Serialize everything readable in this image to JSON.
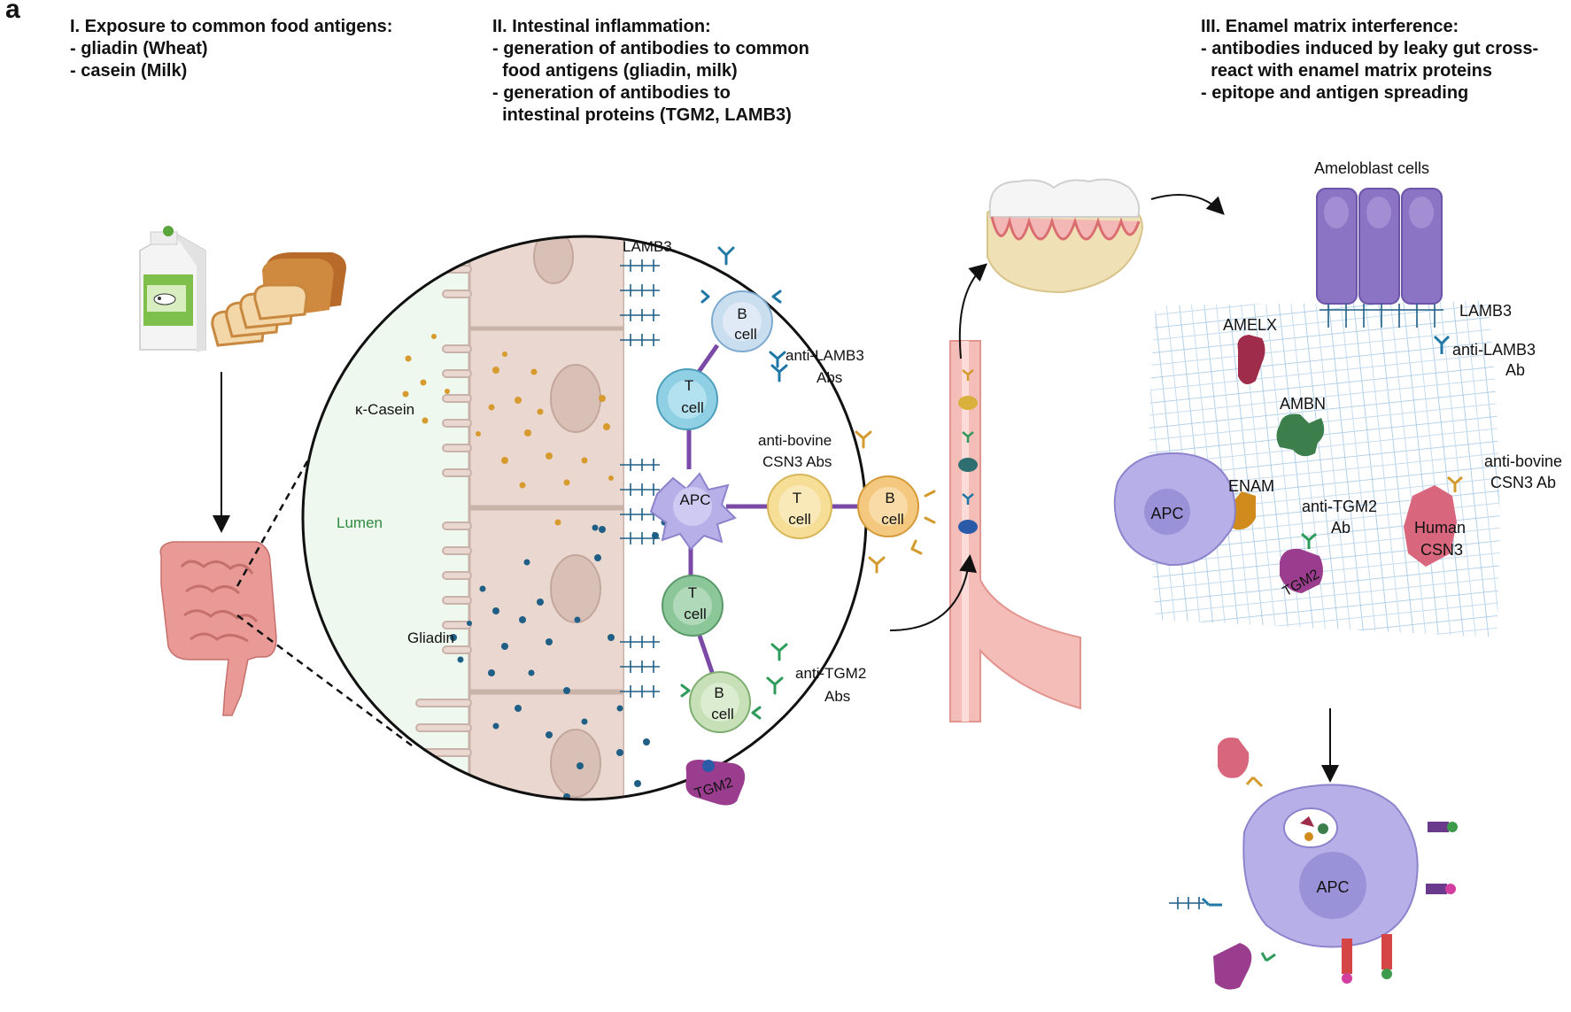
{
  "panel_letter": "a",
  "section1": {
    "title": "I. Exposure to common food antigens:",
    "lines": [
      "- gliadin (Wheat)",
      "- casein (Milk)"
    ]
  },
  "section2": {
    "title": "II. Intestinal inflammation:",
    "lines": [
      "- generation of antibodies to common",
      "  food antigens (gliadin, milk)",
      "- generation of antibodies to",
      "  intestinal proteins (TGM2, LAMB3)"
    ]
  },
  "section3": {
    "title": "III. Enamel matrix interference:",
    "lines": [
      "- antibodies induced by leaky gut cross-",
      "  react with enamel matrix proteins",
      "- epitope and antigen spreading"
    ]
  },
  "labels": {
    "lamb3_gut": "LAMB3",
    "kappa_casein": "κ-Casein",
    "lumen": "Lumen",
    "gliadin": "Gliadin",
    "b_cell": "B",
    "b_cell_2": "cell",
    "t_cell": "T",
    "t_cell_2": "cell",
    "apc": "APC",
    "anti_lamb3_abs_1": "anti-LAMB3",
    "anti_lamb3_abs_2": "Abs",
    "anti_bovine_1": "anti-bovine",
    "anti_bovine_2": "CSN3 Abs",
    "anti_tgm2_1": "anti-TGM2",
    "anti_tgm2_2": "Abs",
    "tgm2": "TGM2",
    "ameloblast": "Ameloblast cells",
    "lamb3_enamel": "LAMB3",
    "anti_lamb3_ab_1": "anti-LAMB3",
    "anti_lamb3_ab_2": "Ab",
    "amelx": "AMELX",
    "ambn": "AMBN",
    "enam": "ENAM",
    "anti_tgm2_ab_1": "anti-TGM2",
    "anti_tgm2_ab_2": "Ab",
    "human_csn3_1": "Human",
    "human_csn3_2": "CSN3",
    "anti_bovine_ab_1": "anti-bovine",
    "anti_bovine_ab_2": "CSN3 Ab",
    "apc_enamel": "APC",
    "apc_bottom": "APC"
  },
  "colors": {
    "casein_dot": "#d79a2e",
    "gliadin_dot": "#1f5f86",
    "apc": "#b7b0e8",
    "t_cell_blue": "#8fd0e4",
    "t_cell_yellow": "#f6de97",
    "b_cell_orange": "#f4c97f",
    "t_cell_green": "#8cc79a",
    "b_cell_light": "#c9dff0",
    "tgm2": "#9b3d8e",
    "amelx": "#9e2c4a",
    "ambn": "#3d7f4c",
    "enam": "#d18b1c",
    "csn3": "#d8677e",
    "mesh": "#9ec4e4",
    "ameloblast": "#8c74c4",
    "vessel": "#f4bdb8",
    "gut": "#e99a96",
    "lumen_fill": "#eef8ee"
  }
}
